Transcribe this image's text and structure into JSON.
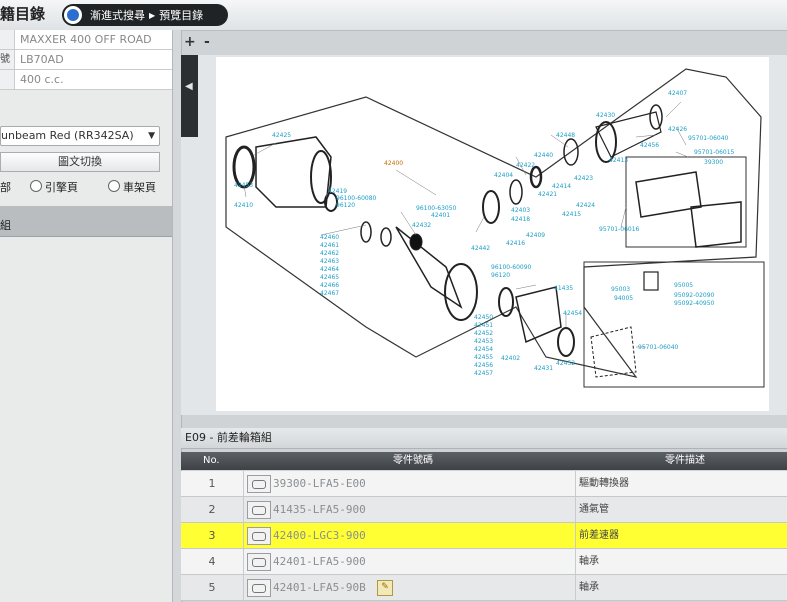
{
  "app": {
    "title": "籍目錄"
  },
  "breadcrumb": {
    "item1": "漸進式搜尋",
    "item2": "預覽目錄"
  },
  "vehicle": {
    "rows": [
      {
        "label": "",
        "value": "MAXXER 400 OFF ROAD"
      },
      {
        "label": "號",
        "value": "LB70AD"
      },
      {
        "label": "",
        "value": "400 c.c."
      }
    ],
    "color_select": "unbeam Red (RR342SA)",
    "switch_button": "圖文切換",
    "radio_engine": "引擎頁",
    "radio_body": "車架頁",
    "radio_first": "部",
    "group_header": "組"
  },
  "viewer": {
    "zoom_in": "+",
    "zoom_out": "-",
    "collapse": "◀"
  },
  "diagram": {
    "main_label": "42400",
    "labels": [
      "42425",
      "42453",
      "42410",
      "42419",
      "96100-60080",
      "96120",
      "42460",
      "42461",
      "42462",
      "42463",
      "42464",
      "42465",
      "42466",
      "42467",
      "96100-63050",
      "42401",
      "42432",
      "42442",
      "42404",
      "42403",
      "42418",
      "42416",
      "42409",
      "42422",
      "42440",
      "42448",
      "42414",
      "42421",
      "42415",
      "42424",
      "42423",
      "42413",
      "42430",
      "42407",
      "42426",
      "42456",
      "95701-06040",
      "95701-06015",
      "39300",
      "95701-06016",
      "96100-60090",
      "96120",
      "41435",
      "42450",
      "42451",
      "42452",
      "42453",
      "42454",
      "42455",
      "42456",
      "42457",
      "42402",
      "42431",
      "42454",
      "42452",
      "95701-06040",
      "95003",
      "95005",
      "94005",
      "95092-02090",
      "95092-40950"
    ]
  },
  "list": {
    "header": "E09 - 前差輪箱組",
    "columns": {
      "no": "No.",
      "part_no": "零件號碼",
      "desc": "零件描述"
    },
    "rows": [
      {
        "no": "1",
        "part_no": "39300-LFA5-E00",
        "desc": "驅動轉換器"
      },
      {
        "no": "2",
        "part_no": "41435-LFA5-900",
        "desc": "通氣管"
      },
      {
        "no": "3",
        "part_no": "42400-LGC3-900",
        "desc": "前差速器"
      },
      {
        "no": "4",
        "part_no": "42401-LFA5-900",
        "desc": "軸承"
      },
      {
        "no": "5",
        "part_no": "42401-LFA5-90B",
        "desc": "軸承"
      }
    ],
    "selected_row": 3
  },
  "colors": {
    "selected_row": "#ffff33",
    "label_blue": "#1b9ec6",
    "label_orange": "#c07000"
  }
}
